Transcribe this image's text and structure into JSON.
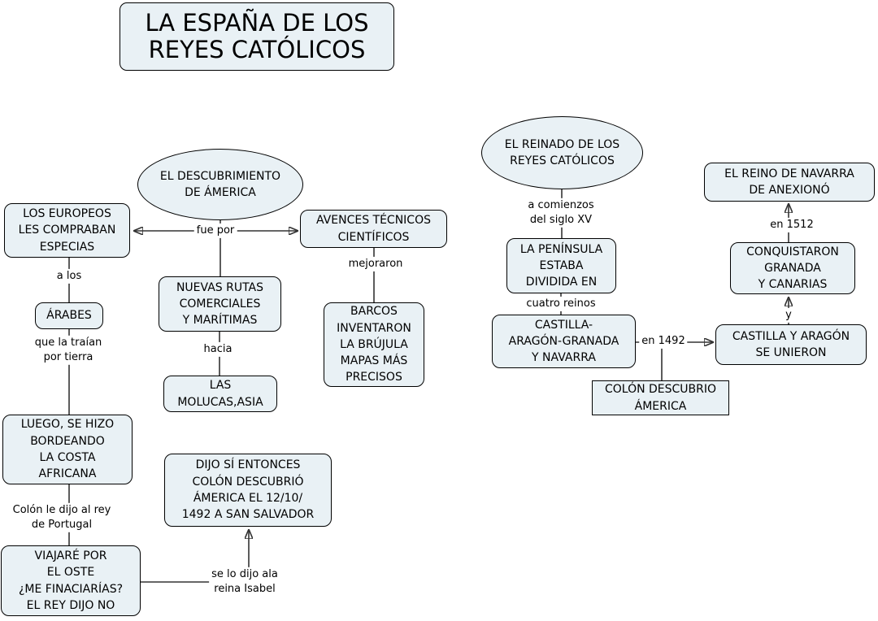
{
  "title": {
    "label": "LA ESPAÑA DE LOS\nREYES CATÓLICOS"
  },
  "nodes": {
    "descubrimiento": {
      "label": "EL DESCUBRIMIENTO\nDE ÁMERICA",
      "shape": "ellipse"
    },
    "europeos": {
      "label": "LOS EUROPEOS\nLES COMPRABAN\nESPECIAS",
      "shape": "rounded-box"
    },
    "avences": {
      "label": "AVENCES TÉCNICOS\nCIENTÍFICOS",
      "shape": "rounded-box"
    },
    "nuevas_rutas": {
      "label": "NUEVAS RUTAS\nCOMERCIALES\nY MARÍTIMAS",
      "shape": "rounded-box"
    },
    "arabes": {
      "label": "ÁRABES",
      "shape": "rounded-box"
    },
    "barcos": {
      "label": "BARCOS\nINVENTARON\nLA BRÚJULA\nMAPAS MÁS\nPRECISOS",
      "shape": "rounded-box"
    },
    "molucas": {
      "label": "LAS\nMOLUCAS,ASIA",
      "shape": "rounded-box"
    },
    "luego": {
      "label": "LUEGO, SE HIZO\nBORDEANDO\nLA COSTA\nAFRICANA",
      "shape": "rounded-box"
    },
    "dijo_si": {
      "label": "DIJO SÍ ENTONCES\nCOLÓN DESCUBRIÓ\nÁMERICA EL 12/10/\n1492 A SAN SALVADOR",
      "shape": "rounded-box"
    },
    "viajare": {
      "label": "VIAJARÉ POR\nEL OSTE\n¿ME FINACIARÍAS?\nEL REY DIJO NO",
      "shape": "rounded-box"
    },
    "reinado": {
      "label": "EL REINADO DE LOS\nREYES CATÓLICOS",
      "shape": "ellipse"
    },
    "peninsula": {
      "label": "LA PENÍNSULA\nESTABA\nDIVIDIDA EN",
      "shape": "rounded-box"
    },
    "castilla_aragon_granada": {
      "label": "CASTILLA-\nARAGÓN-GRANADA\nY NAVARRA",
      "shape": "rounded-box"
    },
    "colon_descubrio": {
      "label": "COLÓN DESCUBRIO\nÁMERICA",
      "shape": "square-box"
    },
    "castilla_y_aragon": {
      "label": "CASTILLA Y ARAGÓN\nSE UNIERON",
      "shape": "rounded-box"
    },
    "conquistaron": {
      "label": "CONQUISTARON\nGRANADA\nY CANARIAS",
      "shape": "rounded-box"
    },
    "reino_navarra": {
      "label": "EL REINO DE NAVARRA\nDE ANEXIONÓ",
      "shape": "rounded-box"
    }
  },
  "edge_labels": {
    "fue_por": "fue por",
    "a_los": "a los",
    "que_la_traian": "que la traían\npor tierra",
    "colon_le_dijo": "Colón le dijo al rey\nde Portugal",
    "se_lo_dijo": "se lo dijo ala\nreina Isabel",
    "mejoraron": "mejoraron",
    "hacia": "hacia",
    "a_comienzos": "a comienzos\ndel siglo XV",
    "cuatro_reinos": "cuatro reinos",
    "en_1492": "en 1492",
    "y": "y",
    "en_1512": "en 1512"
  },
  "edges": [
    {
      "from": "descubrimiento",
      "to": "europeos",
      "label": "fue por",
      "arrow": "forward"
    },
    {
      "from": "descubrimiento",
      "to": "avences",
      "label": "fue por",
      "arrow": "forward"
    },
    {
      "from": "descubrimiento",
      "to": "nuevas_rutas",
      "label": "fue por",
      "arrow": "none"
    },
    {
      "from": "europeos",
      "to": "arabes",
      "label": "a los",
      "arrow": "none"
    },
    {
      "from": "arabes",
      "to": "luego",
      "label": "que la traían por tierra",
      "arrow": "none"
    },
    {
      "from": "luego",
      "to": "viajare",
      "label": "Colón le dijo al rey de Portugal",
      "arrow": "none"
    },
    {
      "from": "viajare",
      "to": "dijo_si",
      "label": "se lo dijo ala reina Isabel",
      "arrow": "forward"
    },
    {
      "from": "avences",
      "to": "barcos",
      "label": "mejoraron",
      "arrow": "none"
    },
    {
      "from": "nuevas_rutas",
      "to": "molucas",
      "label": "hacia",
      "arrow": "none"
    },
    {
      "from": "reinado",
      "to": "peninsula",
      "label": "a comienzos del siglo XV",
      "arrow": "none"
    },
    {
      "from": "peninsula",
      "to": "castilla_aragon_granada",
      "label": "cuatro reinos",
      "arrow": "none"
    },
    {
      "from": "castilla_aragon_granada",
      "to": "castilla_y_aragon",
      "label": "en 1492",
      "arrow": "forward"
    },
    {
      "from": "castilla_aragon_granada",
      "to": "colon_descubrio",
      "label": "en 1492",
      "arrow": "none"
    },
    {
      "from": "castilla_y_aragon",
      "to": "conquistaron",
      "label": "y",
      "arrow": "forward"
    },
    {
      "from": "conquistaron",
      "to": "reino_navarra",
      "label": "en 1512",
      "arrow": "forward"
    }
  ],
  "colors": {
    "node_fill": "#e9f1f5",
    "node_border": "#000000",
    "line": "#333333",
    "text": "#000000",
    "background": "#ffffff"
  }
}
